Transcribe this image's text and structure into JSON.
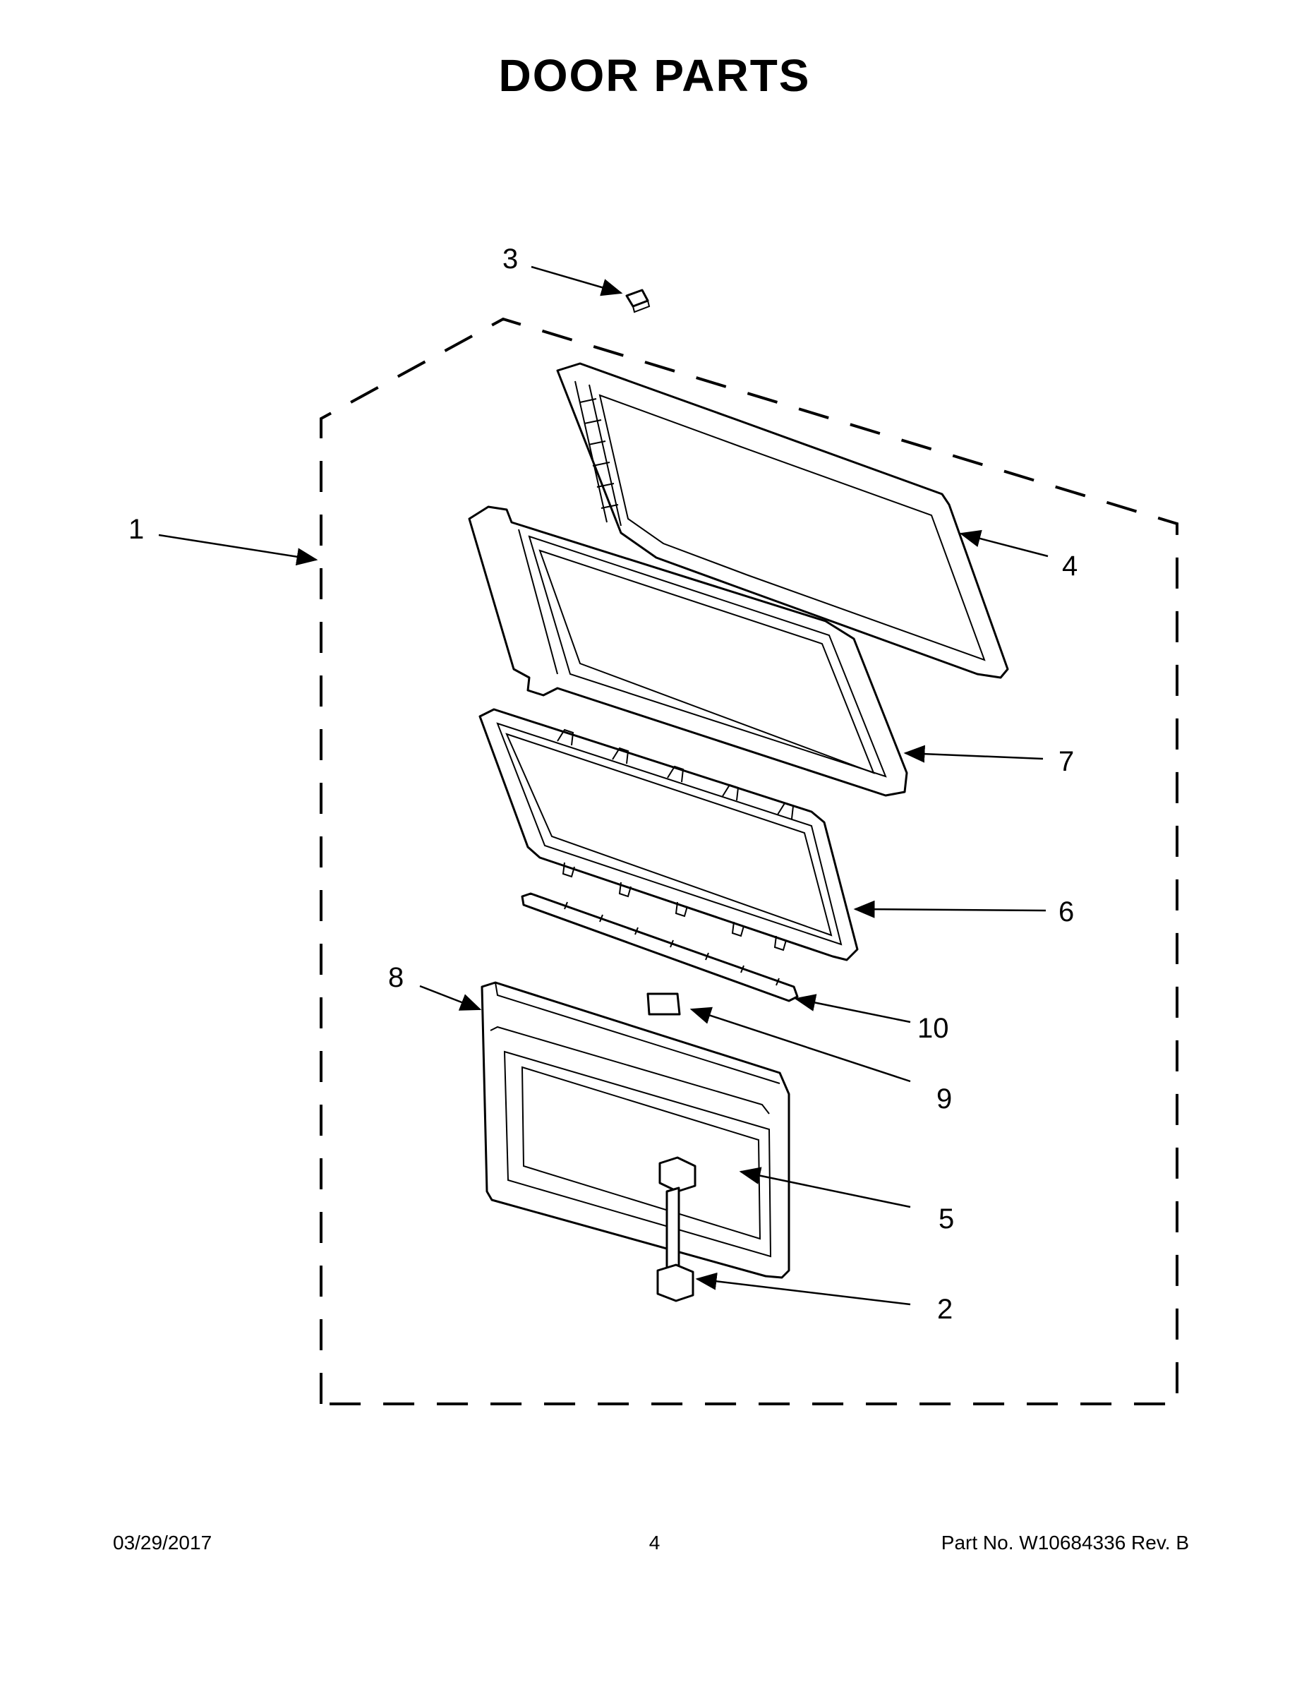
{
  "page": {
    "title": "DOOR PARTS",
    "footer": {
      "date": "03/29/2017",
      "page_number": "4",
      "part_number": "Part No.  W10684336  Rev.  B"
    }
  },
  "callouts": [
    {
      "number": "1",
      "part": "door assembly (dashed boundary)"
    },
    {
      "number": "2",
      "part": "handle"
    },
    {
      "number": "3",
      "part": "small clip"
    },
    {
      "number": "4",
      "part": "rear door frame"
    },
    {
      "number": "5",
      "part": "door window panel"
    },
    {
      "number": "6",
      "part": "choke cover frame"
    },
    {
      "number": "7",
      "part": "inner door panel"
    },
    {
      "number": "8",
      "part": "outer door panel"
    },
    {
      "number": "9",
      "part": "label"
    },
    {
      "number": "10",
      "part": "bottom trim strip"
    }
  ],
  "colors": {
    "line": "#000000",
    "background": "#ffffff"
  }
}
